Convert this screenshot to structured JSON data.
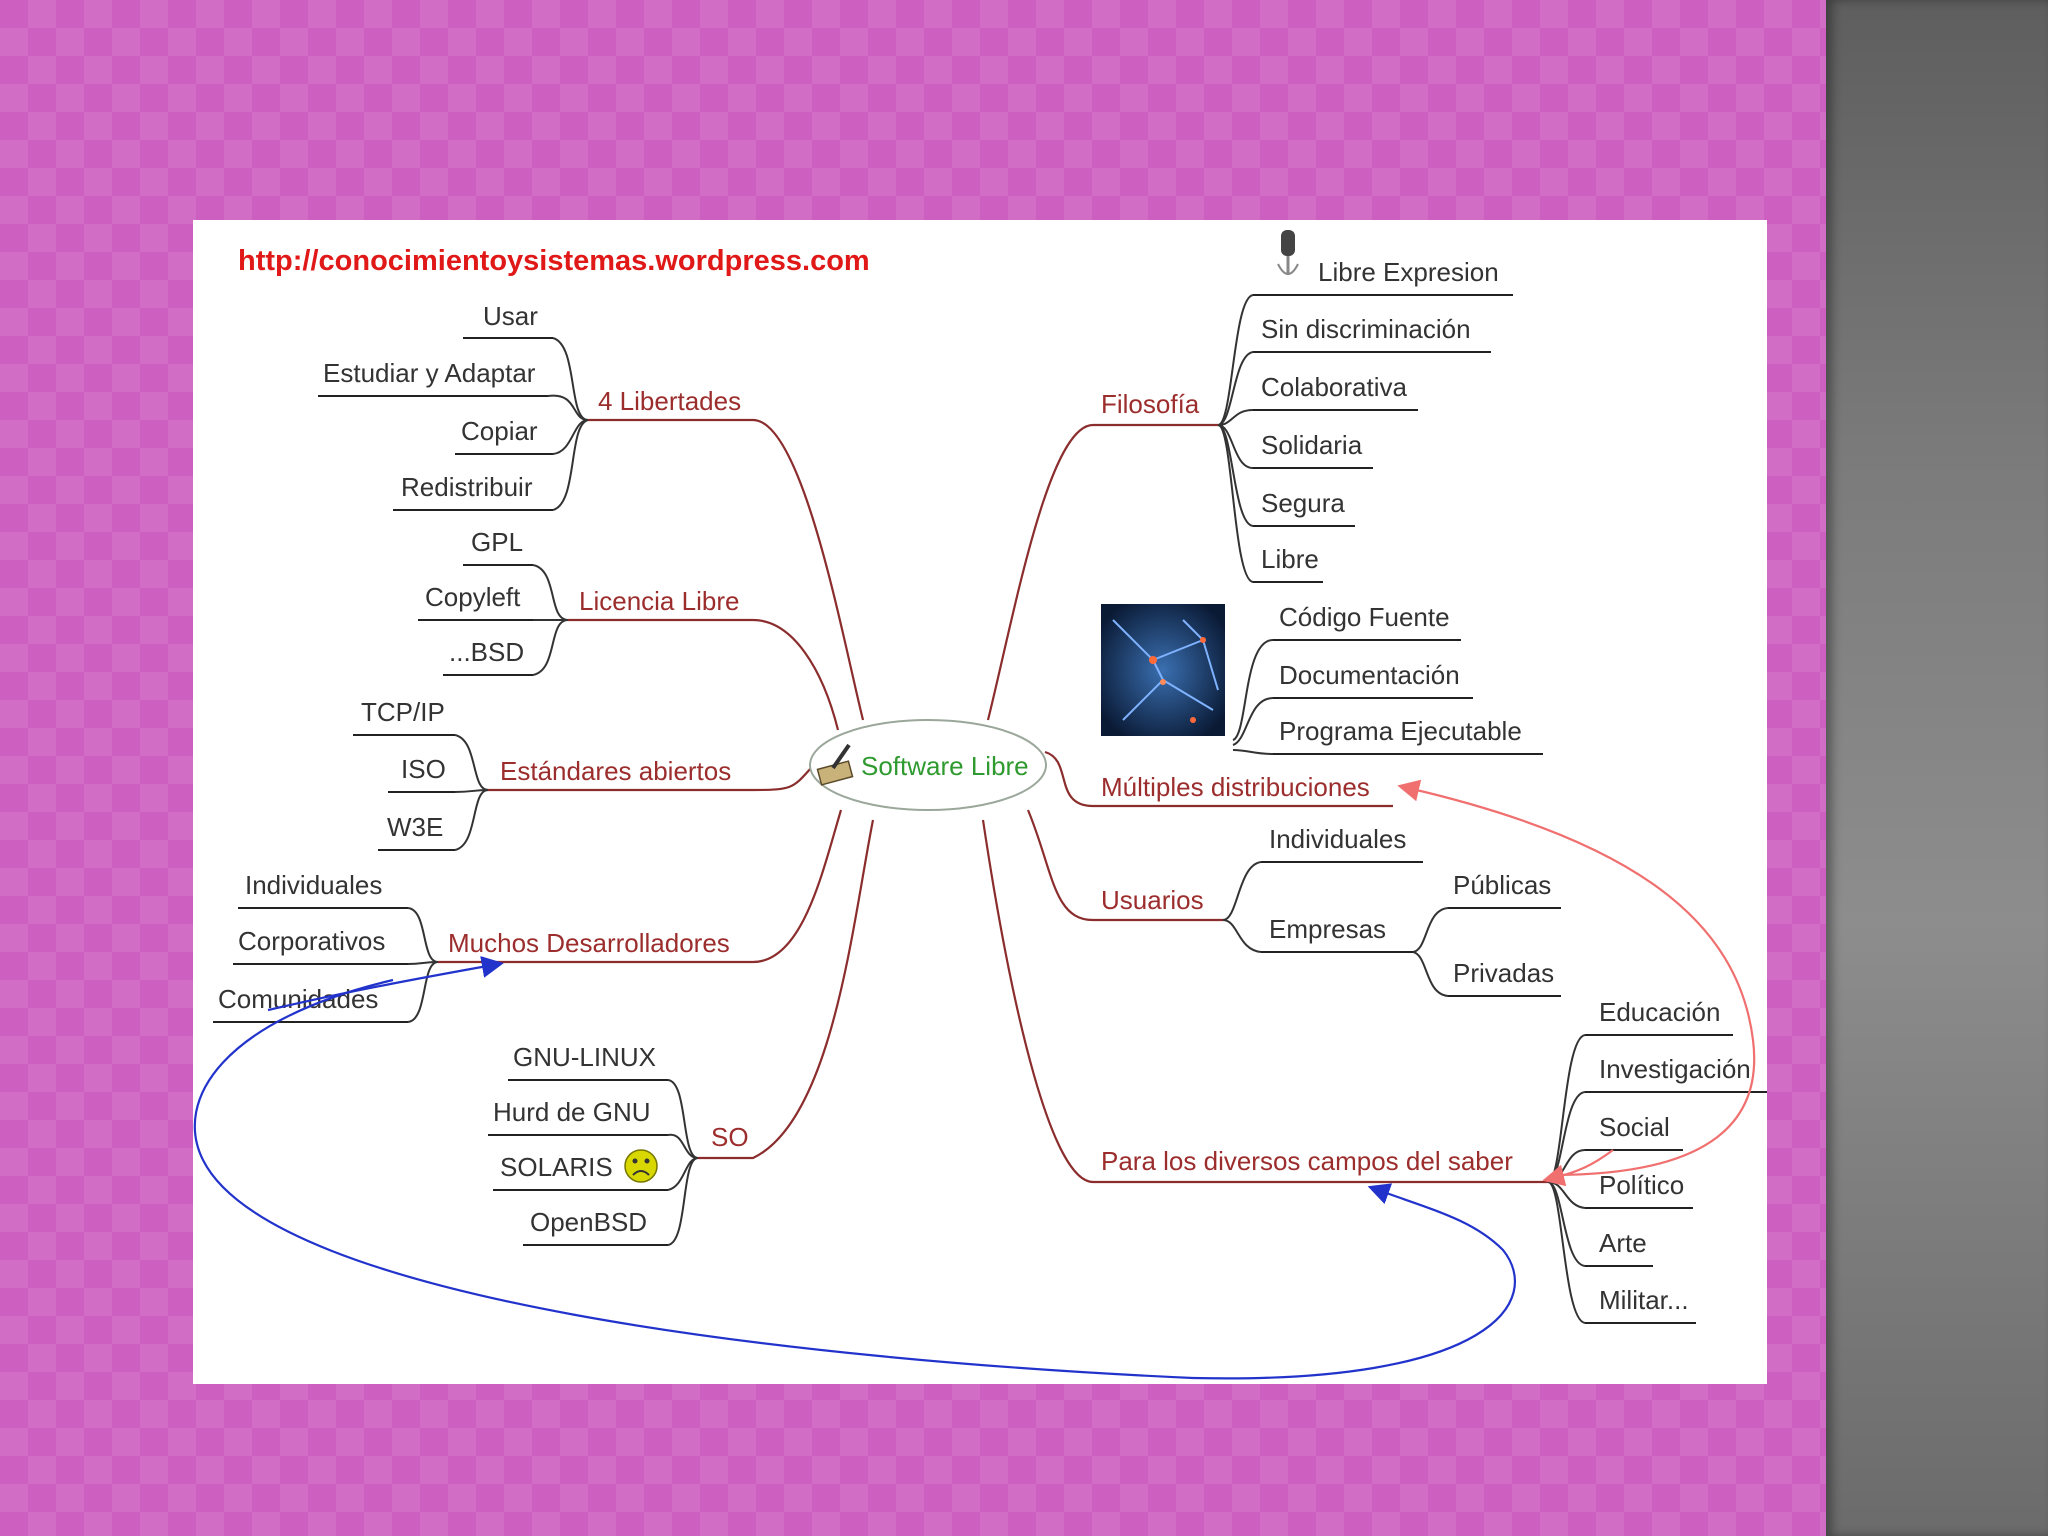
{
  "url": "http://conocimientoysistemas.wordpress.com",
  "center": "Software Libre",
  "branches": {
    "libertades": {
      "label": "4 Libertades",
      "items": [
        "Usar",
        "Estudiar y Adaptar",
        "Copiar",
        "Redistribuir"
      ]
    },
    "licencia": {
      "label": "Licencia Libre",
      "items": [
        "GPL",
        "Copyleft",
        "...BSD"
      ]
    },
    "estandares": {
      "label": "Estándares abiertos",
      "items": [
        "TCP/IP",
        "ISO",
        "W3E"
      ]
    },
    "desarrolladores": {
      "label": "Muchos Desarrolladores",
      "items": [
        "Individuales",
        "Corporativos",
        "Comunidades"
      ]
    },
    "so": {
      "label": "SO",
      "items": [
        "GNU-LINUX",
        "Hurd de GNU",
        "SOLARIS",
        "OpenBSD"
      ]
    },
    "filosofia": {
      "label": "Filosofía",
      "items": [
        "Libre Expresion",
        "Sin discriminación",
        "Colaborativa",
        "Solidaria",
        "Segura",
        "Libre"
      ]
    },
    "codigo": {
      "items": [
        "Código Fuente",
        "Documentación",
        "Programa Ejecutable"
      ]
    },
    "distribuciones": {
      "label": "Múltiples distribuciones"
    },
    "usuarios": {
      "label": "Usuarios",
      "items": [
        "Individuales",
        "Empresas"
      ],
      "empresas_items": [
        "Públicas",
        "Privadas"
      ]
    },
    "campos": {
      "label": "Para los diversos campos del saber",
      "items": [
        "Educación",
        "Investigación",
        "Social",
        "Político",
        "Arte",
        "Militar..."
      ]
    }
  },
  "colors": {
    "background": "#cc5fbf",
    "branch_line": "#8b2d2d",
    "url_text": "#e01818",
    "center_text": "#2f9a2f",
    "arrow_blue": "#2233cc",
    "arrow_red": "#f07070"
  },
  "icons": [
    "microphone-icon",
    "pencil-book-icon",
    "sad-face-icon",
    "neural-network-image"
  ]
}
